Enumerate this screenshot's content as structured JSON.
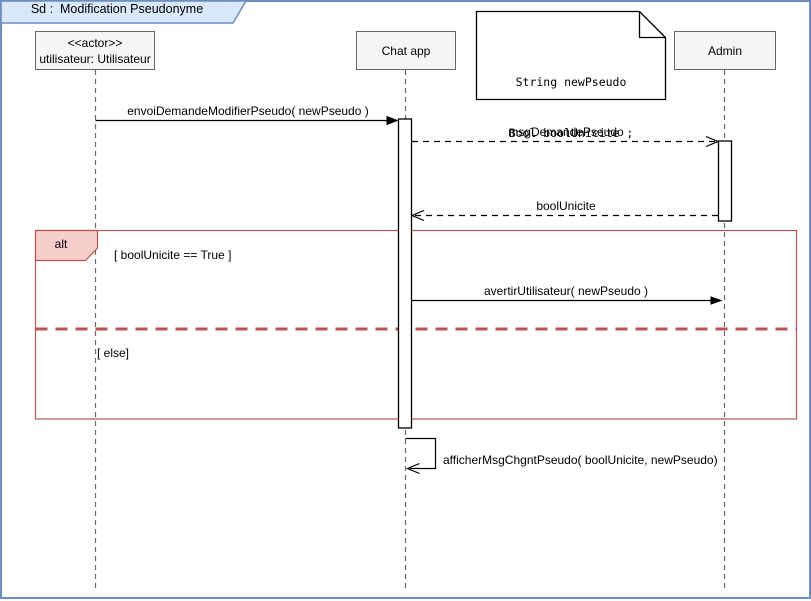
{
  "frame": {
    "title": "Sd :  Modification Pseudonyme"
  },
  "participants": [
    {
      "id": "utilisateur",
      "stereotype": "<<actor>>",
      "label": "utilisateur: Utilisateur"
    },
    {
      "id": "chat-app",
      "label": "Chat app"
    },
    {
      "id": "admin",
      "label": "Admin"
    }
  ],
  "note": {
    "line1": "String newPseudo",
    "line2": "Bool boolUnicite ;"
  },
  "messages": [
    {
      "label": "envoiDemandeModifierPseudo( newPseudo )",
      "from": "utilisateur",
      "to": "chat-app",
      "style": "solid-sync"
    },
    {
      "label": "msgDemandePseudo",
      "from": "chat-app",
      "to": "admin",
      "style": "dashed-async"
    },
    {
      "label": "boolUnicite",
      "from": "admin",
      "to": "chat-app",
      "style": "dashed-return"
    },
    {
      "label": "avertirUtilisateur( newPseudo )",
      "from": "chat-app",
      "to": "admin",
      "style": "solid-sync"
    },
    {
      "label": "afficherMsgChgntPseudo( boolUnicite, newPseudo)",
      "from": "chat-app",
      "to": "chat-app",
      "style": "self"
    }
  ],
  "alt_fragment": {
    "operator": "alt",
    "guard_true": "[ boolUnicite == True ]",
    "guard_else": "[ else]"
  },
  "colors": {
    "frame_border": "#6c8ebf",
    "frame_title_fill": "#dae8fc",
    "participant_fill": "#f5f5f5",
    "participant_border": "#666666",
    "alt_border": "#b85450",
    "alt_operator_fill": "#f8cecc",
    "note_fill": "#ffffff",
    "note_border": "#000000",
    "message_color": "#000000"
  }
}
